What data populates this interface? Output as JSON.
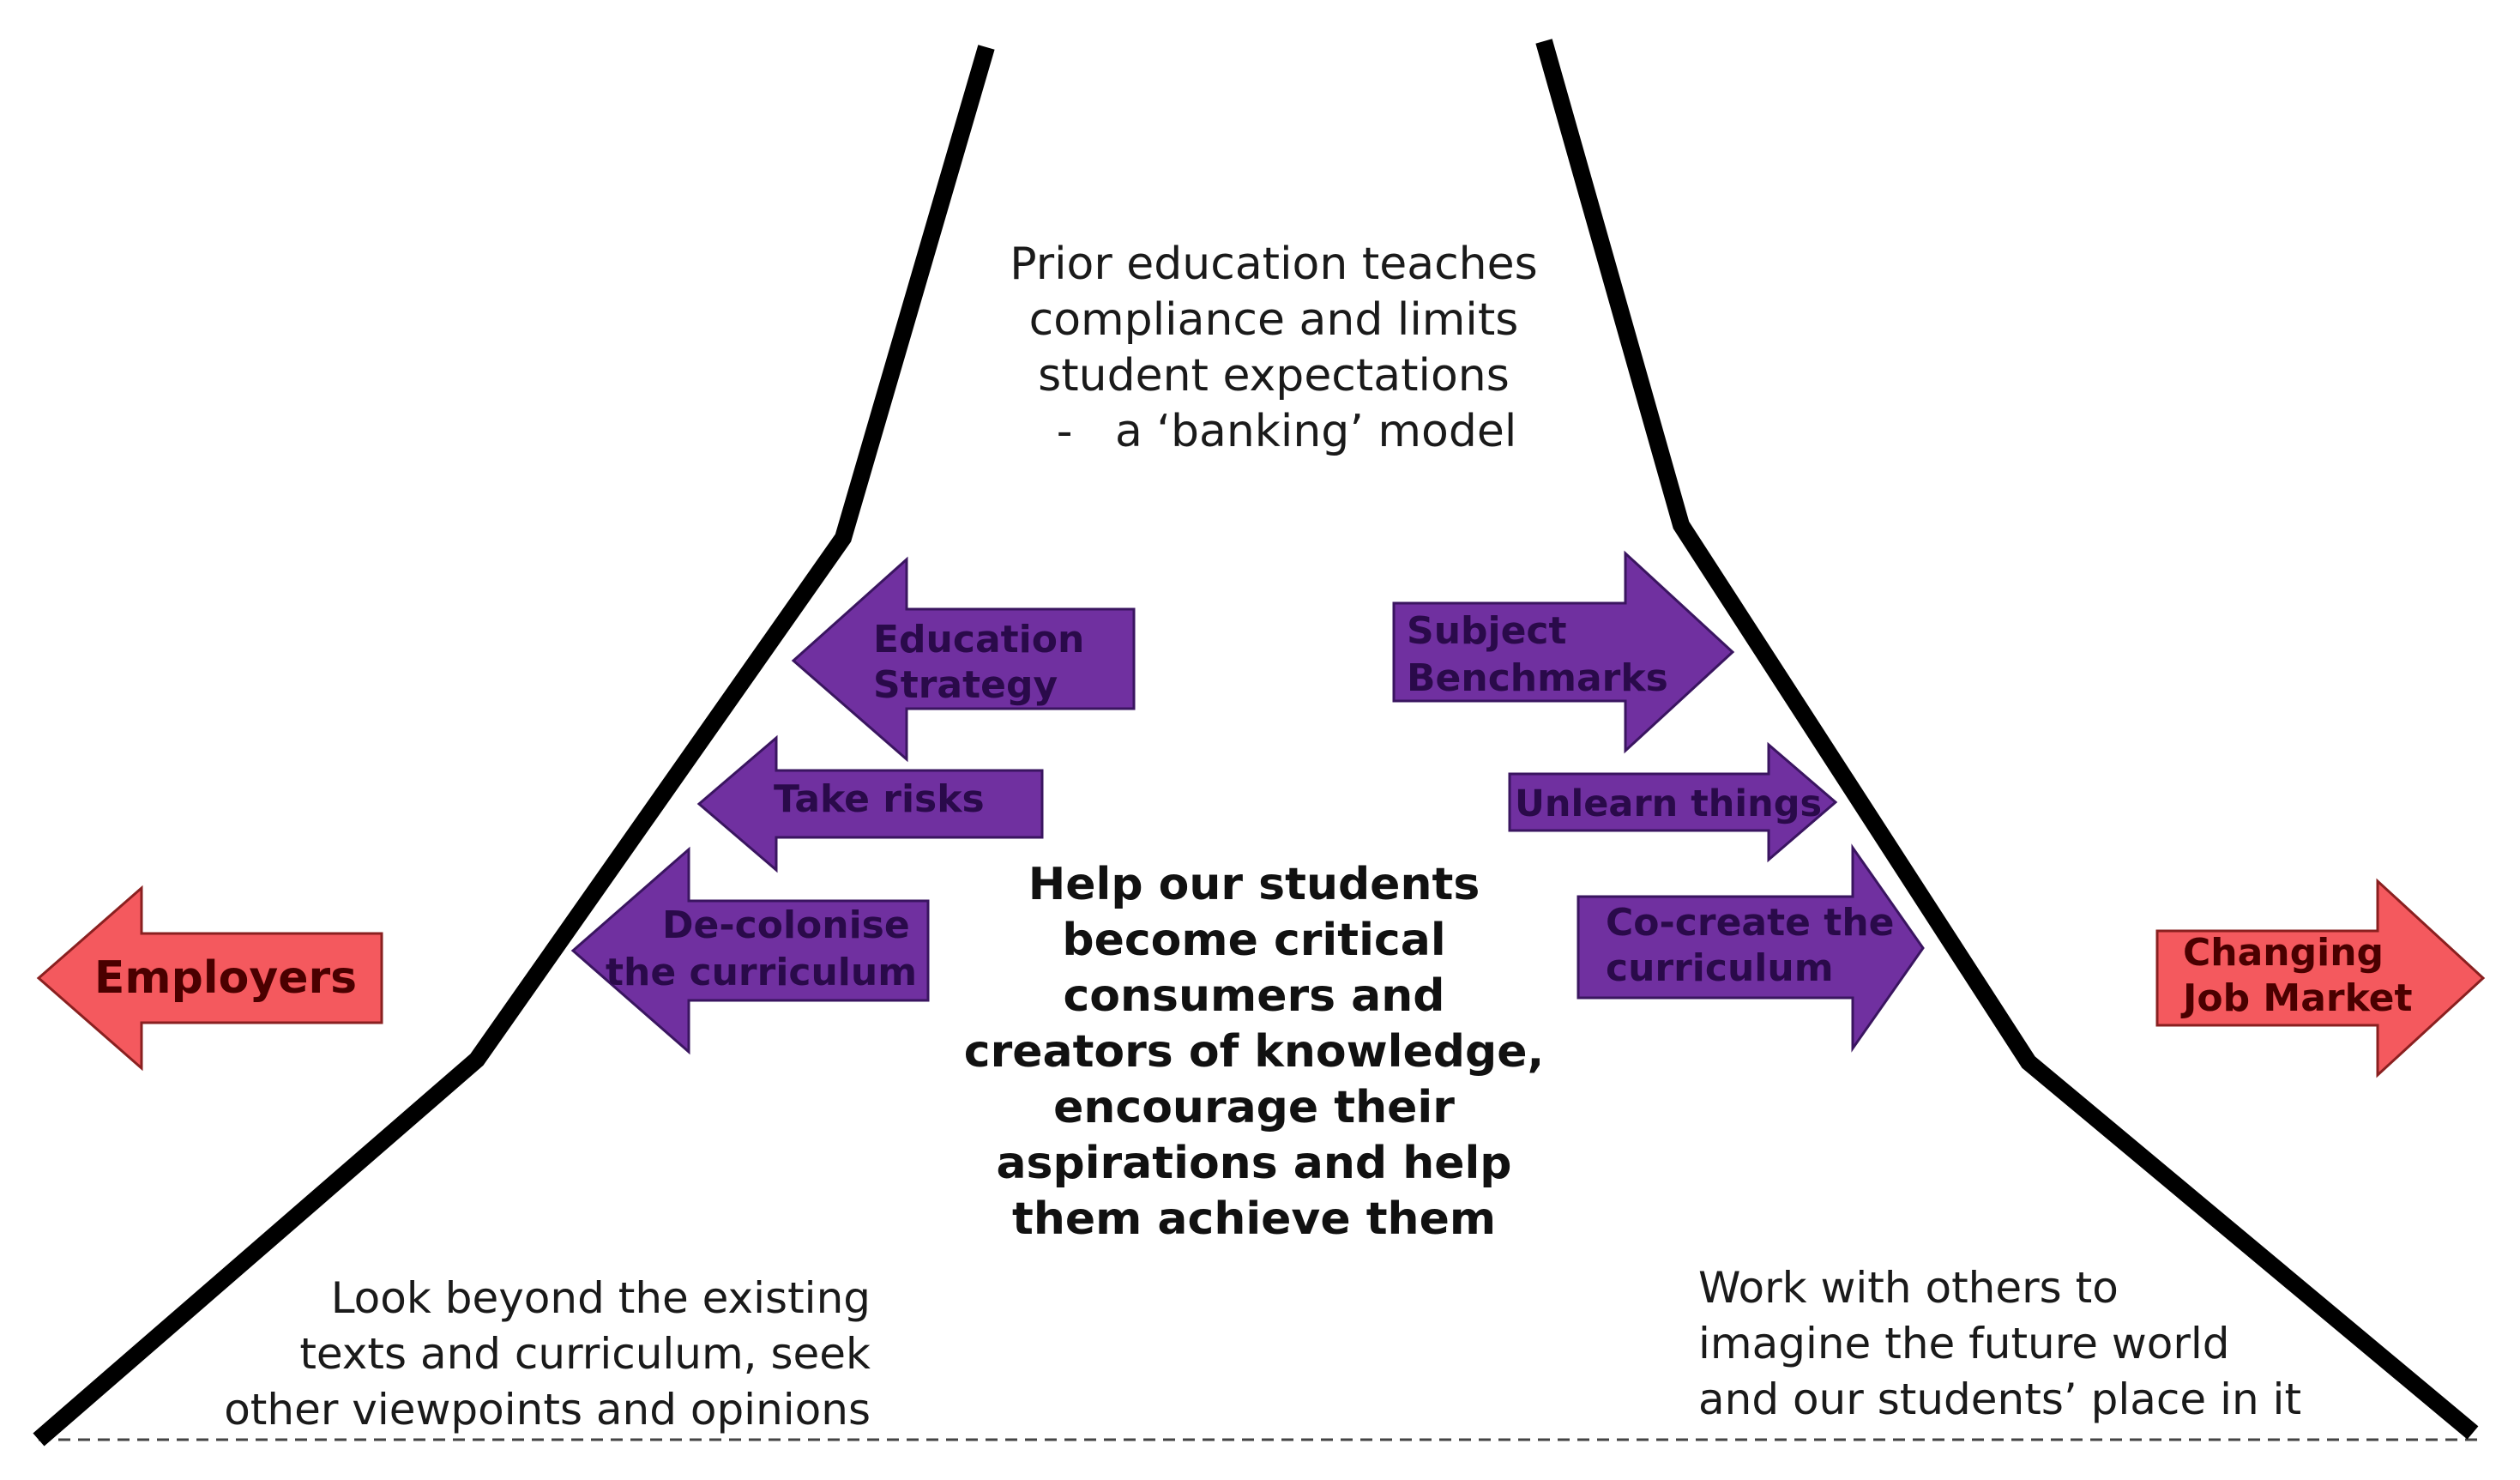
{
  "top_text": {
    "line1": "Prior education teaches",
    "line2": "compliance and limits",
    "line3": "student expectations",
    "line4": "-   a ‘banking’ model"
  },
  "center_text": {
    "line1": "Help our students",
    "line2": "become critical",
    "line3": "consumers and",
    "line4": "creators of knowledge,",
    "line5": "encourage their",
    "line6": "aspirations and help",
    "line7": "them achieve them"
  },
  "bottom_left_text": {
    "line1": "Look beyond the existing",
    "line2": "texts and curriculum, seek",
    "line3": "other viewpoints and opinions"
  },
  "bottom_right_text": {
    "line1": "Work with others to",
    "line2": "imagine the future world",
    "line3": "and our students’ place in it"
  },
  "arrows": {
    "education_strategy": {
      "line1": "Education",
      "line2": "Strategy"
    },
    "take_risks": {
      "line1": "Take risks"
    },
    "decolonise": {
      "line1": "De-colonise",
      "line2": "the curriculum"
    },
    "subject_benchmarks": {
      "line1": "Subject",
      "line2": "Benchmarks"
    },
    "unlearn_things": {
      "line1": "Unlearn things"
    },
    "cocreate": {
      "line1": "Co-create the",
      "line2": "curriculum"
    },
    "employers": {
      "line1": "Employers"
    },
    "changing_job_market": {
      "line1": "Changing",
      "line2": "Job Market"
    }
  },
  "colors": {
    "purple_arrow": "#7030a0",
    "purple_text": "#2a0a4a",
    "red_arrow": "#f4595e",
    "red_text": "#4a0000",
    "funnel_line": "#000000",
    "body_text": "#1a1a1a"
  }
}
